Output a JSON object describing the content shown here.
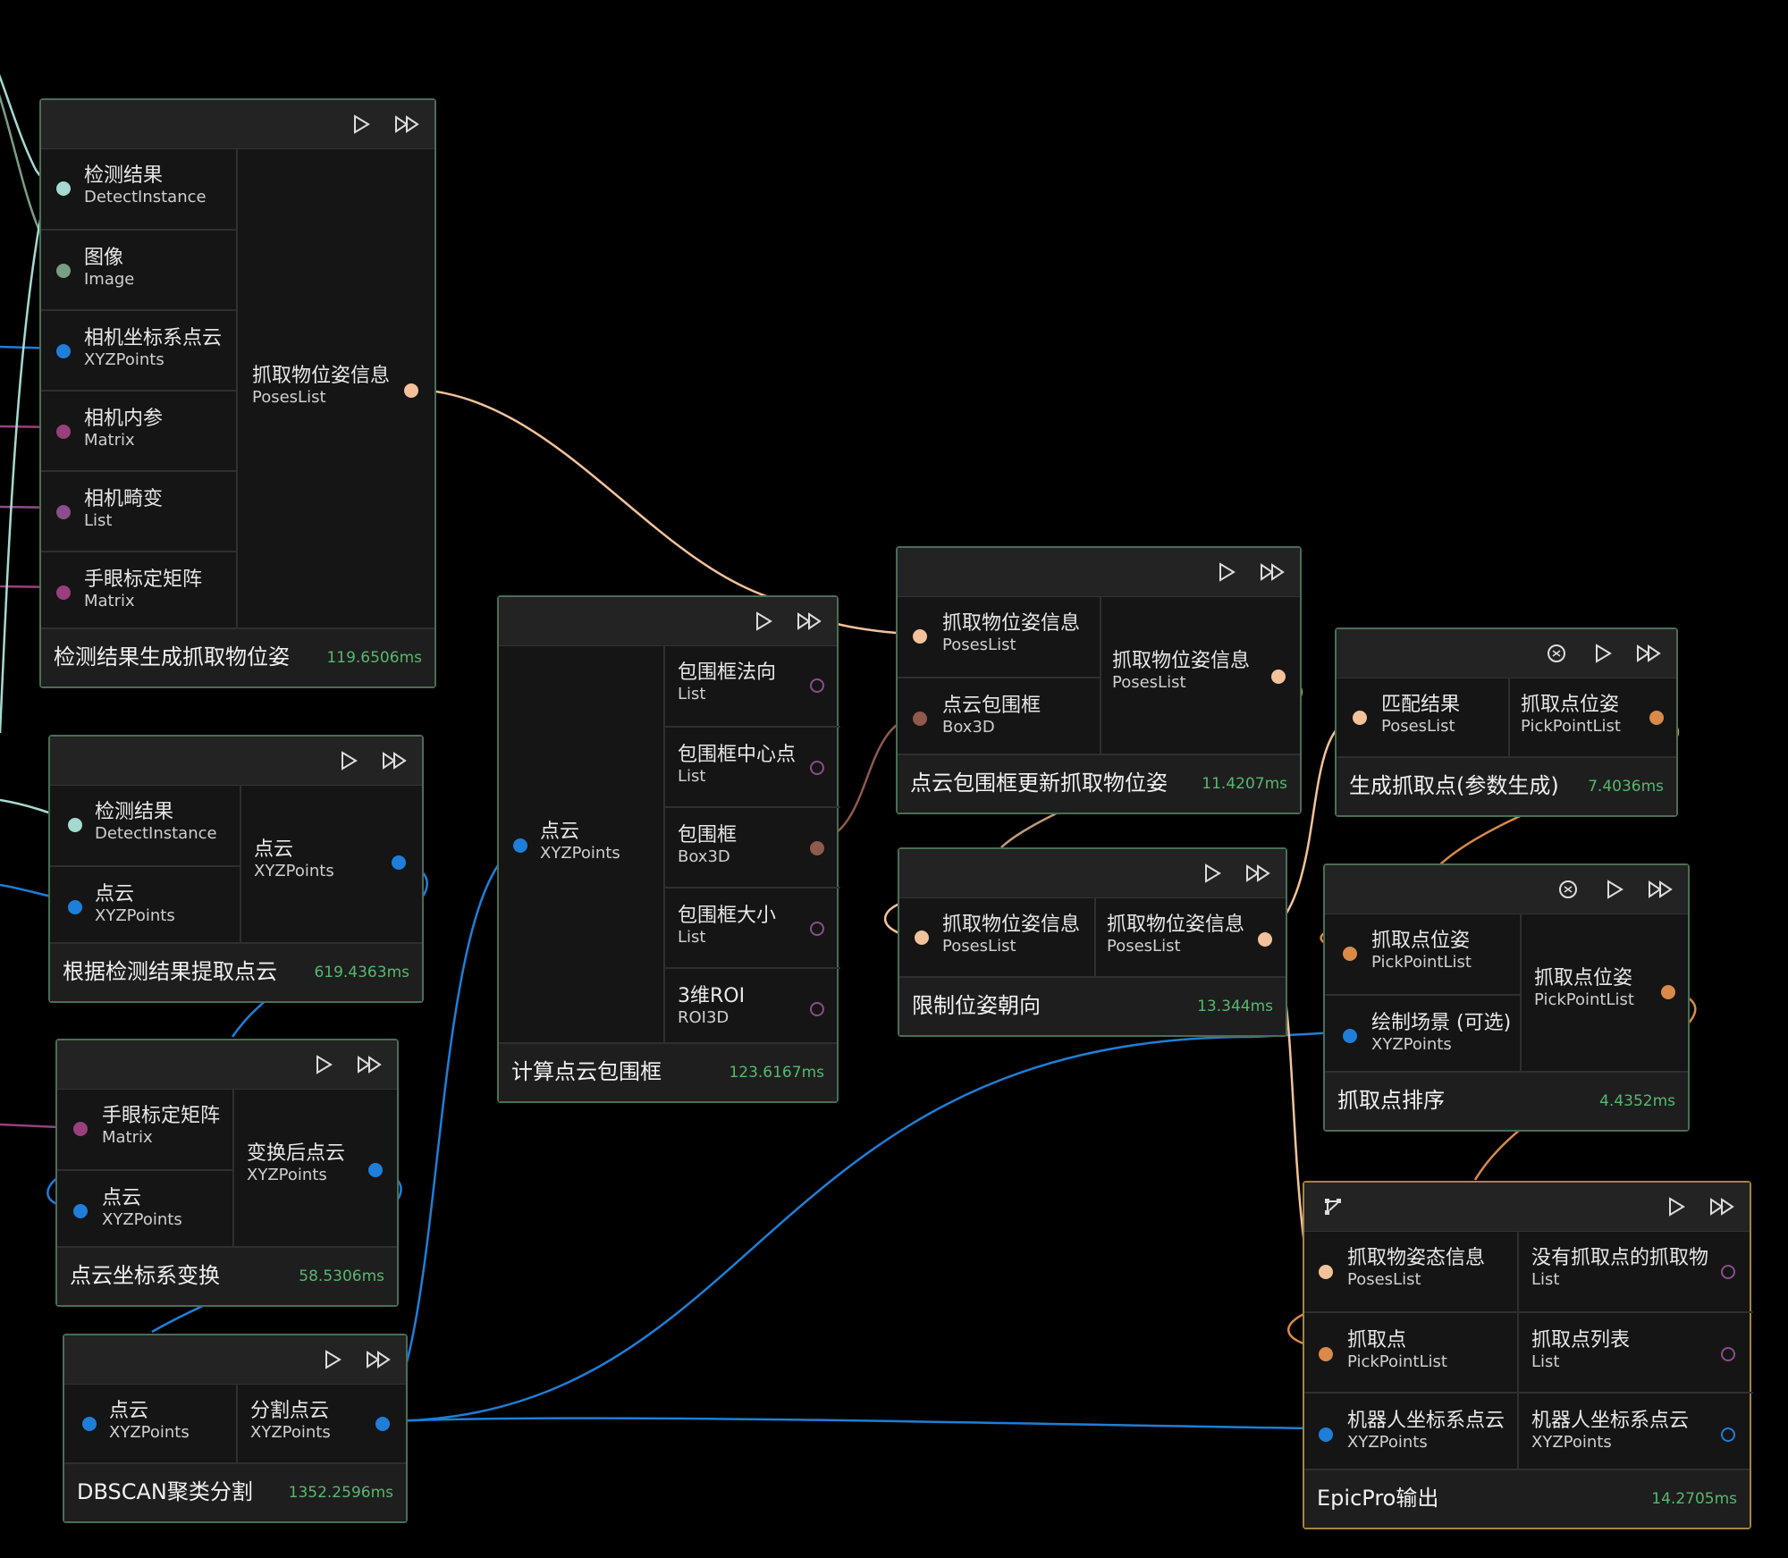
{
  "colors": {
    "detect": "#a6d9d0",
    "image": "#7a9e84",
    "points": "#1f7ed8",
    "matrix": "#9a3f7c",
    "list": "#8b4d8b",
    "poses": "#f3c29a",
    "box3d": "#8e5a4c",
    "pickpoint": "#d98a48",
    "roi": "#8b4d8b",
    "timing": "#58b76f"
  },
  "nodes": {
    "n1": {
      "title": "检测结果生成抓取物位姿",
      "time": "119.6506ms",
      "inputs": [
        {
          "name": "检测结果",
          "type": "DetectInstance"
        },
        {
          "name": "图像",
          "type": "Image"
        },
        {
          "name": "相机坐标系点云",
          "type": "XYZPoints"
        },
        {
          "name": "相机内参",
          "type": "Matrix"
        },
        {
          "name": "相机畸变",
          "type": "List"
        },
        {
          "name": "手眼标定矩阵",
          "type": "Matrix"
        }
      ],
      "outputs": [
        {
          "name": "抓取物位姿信息",
          "type": "PosesList"
        }
      ]
    },
    "n2": {
      "title": "根据检测结果提取点云",
      "time": "619.4363ms",
      "inputs": [
        {
          "name": "检测结果",
          "type": "DetectInstance"
        },
        {
          "name": "点云",
          "type": "XYZPoints"
        }
      ],
      "outputs": [
        {
          "name": "点云",
          "type": "XYZPoints"
        }
      ]
    },
    "n3": {
      "title": "点云坐标系变换",
      "time": "58.5306ms",
      "inputs": [
        {
          "name": "手眼标定矩阵",
          "type": "Matrix"
        },
        {
          "name": "点云",
          "type": "XYZPoints"
        }
      ],
      "outputs": [
        {
          "name": "变换后点云",
          "type": "XYZPoints"
        }
      ]
    },
    "n4": {
      "title": "DBSCAN聚类分割",
      "time": "1352.2596ms",
      "inputs": [
        {
          "name": "点云",
          "type": "XYZPoints"
        }
      ],
      "outputs": [
        {
          "name": "分割点云",
          "type": "XYZPoints"
        }
      ]
    },
    "n5": {
      "title": "计算点云包围框",
      "time": "123.6167ms",
      "inputs": [
        {
          "name": "点云",
          "type": "XYZPoints"
        }
      ],
      "outputs": [
        {
          "name": "包围框法向",
          "type": "List"
        },
        {
          "name": "包围框中心点",
          "type": "List"
        },
        {
          "name": "包围框",
          "type": "Box3D"
        },
        {
          "name": "包围框大小",
          "type": "List"
        },
        {
          "name": "3维ROI",
          "type": "ROI3D"
        }
      ]
    },
    "n6": {
      "title": "点云包围框更新抓取物位姿",
      "time": "11.4207ms",
      "inputs": [
        {
          "name": "抓取物位姿信息",
          "type": "PosesList"
        },
        {
          "name": "点云包围框",
          "type": "Box3D"
        }
      ],
      "outputs": [
        {
          "name": "抓取物位姿信息",
          "type": "PosesList"
        }
      ]
    },
    "n7": {
      "title": "限制位姿朝向",
      "time": "13.344ms",
      "inputs": [
        {
          "name": "抓取物位姿信息",
          "type": "PosesList"
        }
      ],
      "outputs": [
        {
          "name": "抓取物位姿信息",
          "type": "PosesList"
        }
      ]
    },
    "n8": {
      "title": "生成抓取点(参数生成)",
      "time": "7.4036ms",
      "inputs": [
        {
          "name": "匹配结果",
          "type": "PosesList"
        }
      ],
      "outputs": [
        {
          "name": "抓取点位姿",
          "type": "PickPointList"
        }
      ]
    },
    "n9": {
      "title": "抓取点排序",
      "time": "4.4352ms",
      "inputs": [
        {
          "name": "抓取点位姿",
          "type": "PickPointList"
        },
        {
          "name": "绘制场景 (可选)",
          "type": "XYZPoints"
        }
      ],
      "outputs": [
        {
          "name": "抓取点位姿",
          "type": "PickPointList"
        }
      ]
    },
    "n10": {
      "title": "EpicPro输出",
      "time": "14.2705ms",
      "inputs": [
        {
          "name": "抓取物姿态信息",
          "type": "PosesList"
        },
        {
          "name": "抓取点",
          "type": "PickPointList"
        },
        {
          "name": "机器人坐标系点云",
          "type": "XYZPoints"
        }
      ],
      "outputs": [
        {
          "name": "没有抓取点的抓取物",
          "type": "List"
        },
        {
          "name": "抓取点列表",
          "type": "List"
        },
        {
          "name": "机器人坐标系点云",
          "type": "XYZPoints"
        }
      ]
    }
  }
}
